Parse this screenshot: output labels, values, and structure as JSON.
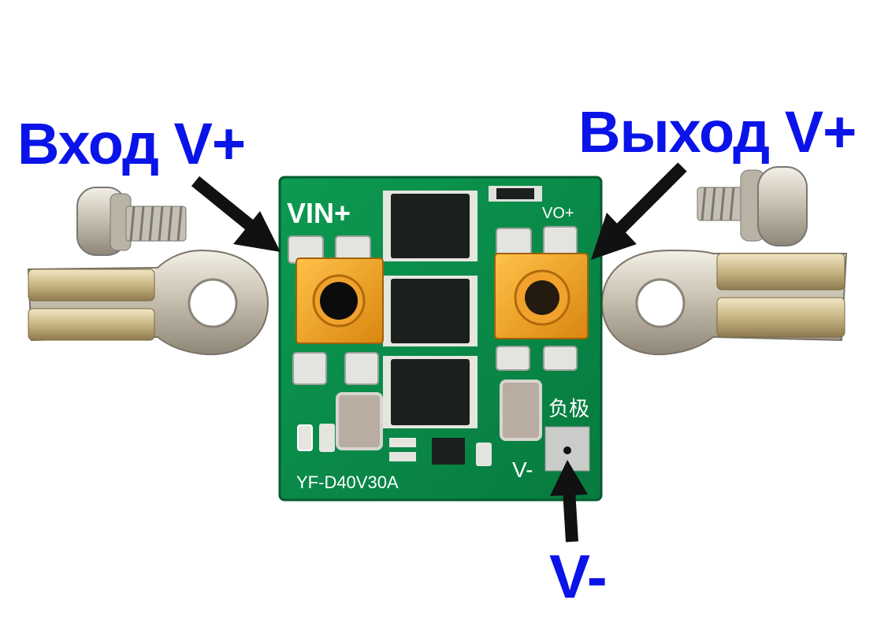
{
  "labels": {
    "input": "Вход V+",
    "output": "Выход V+",
    "negative": "V-"
  },
  "board": {
    "vin": "VIN+",
    "vo": "VO+",
    "neg_cn": "负极",
    "neg": "V-",
    "model": "YF-D40V30A"
  },
  "colors": {
    "label": "#0a14e8",
    "pcb": "#0b8a4a",
    "terminal": "#e8a020",
    "arrow": "#111111"
  }
}
